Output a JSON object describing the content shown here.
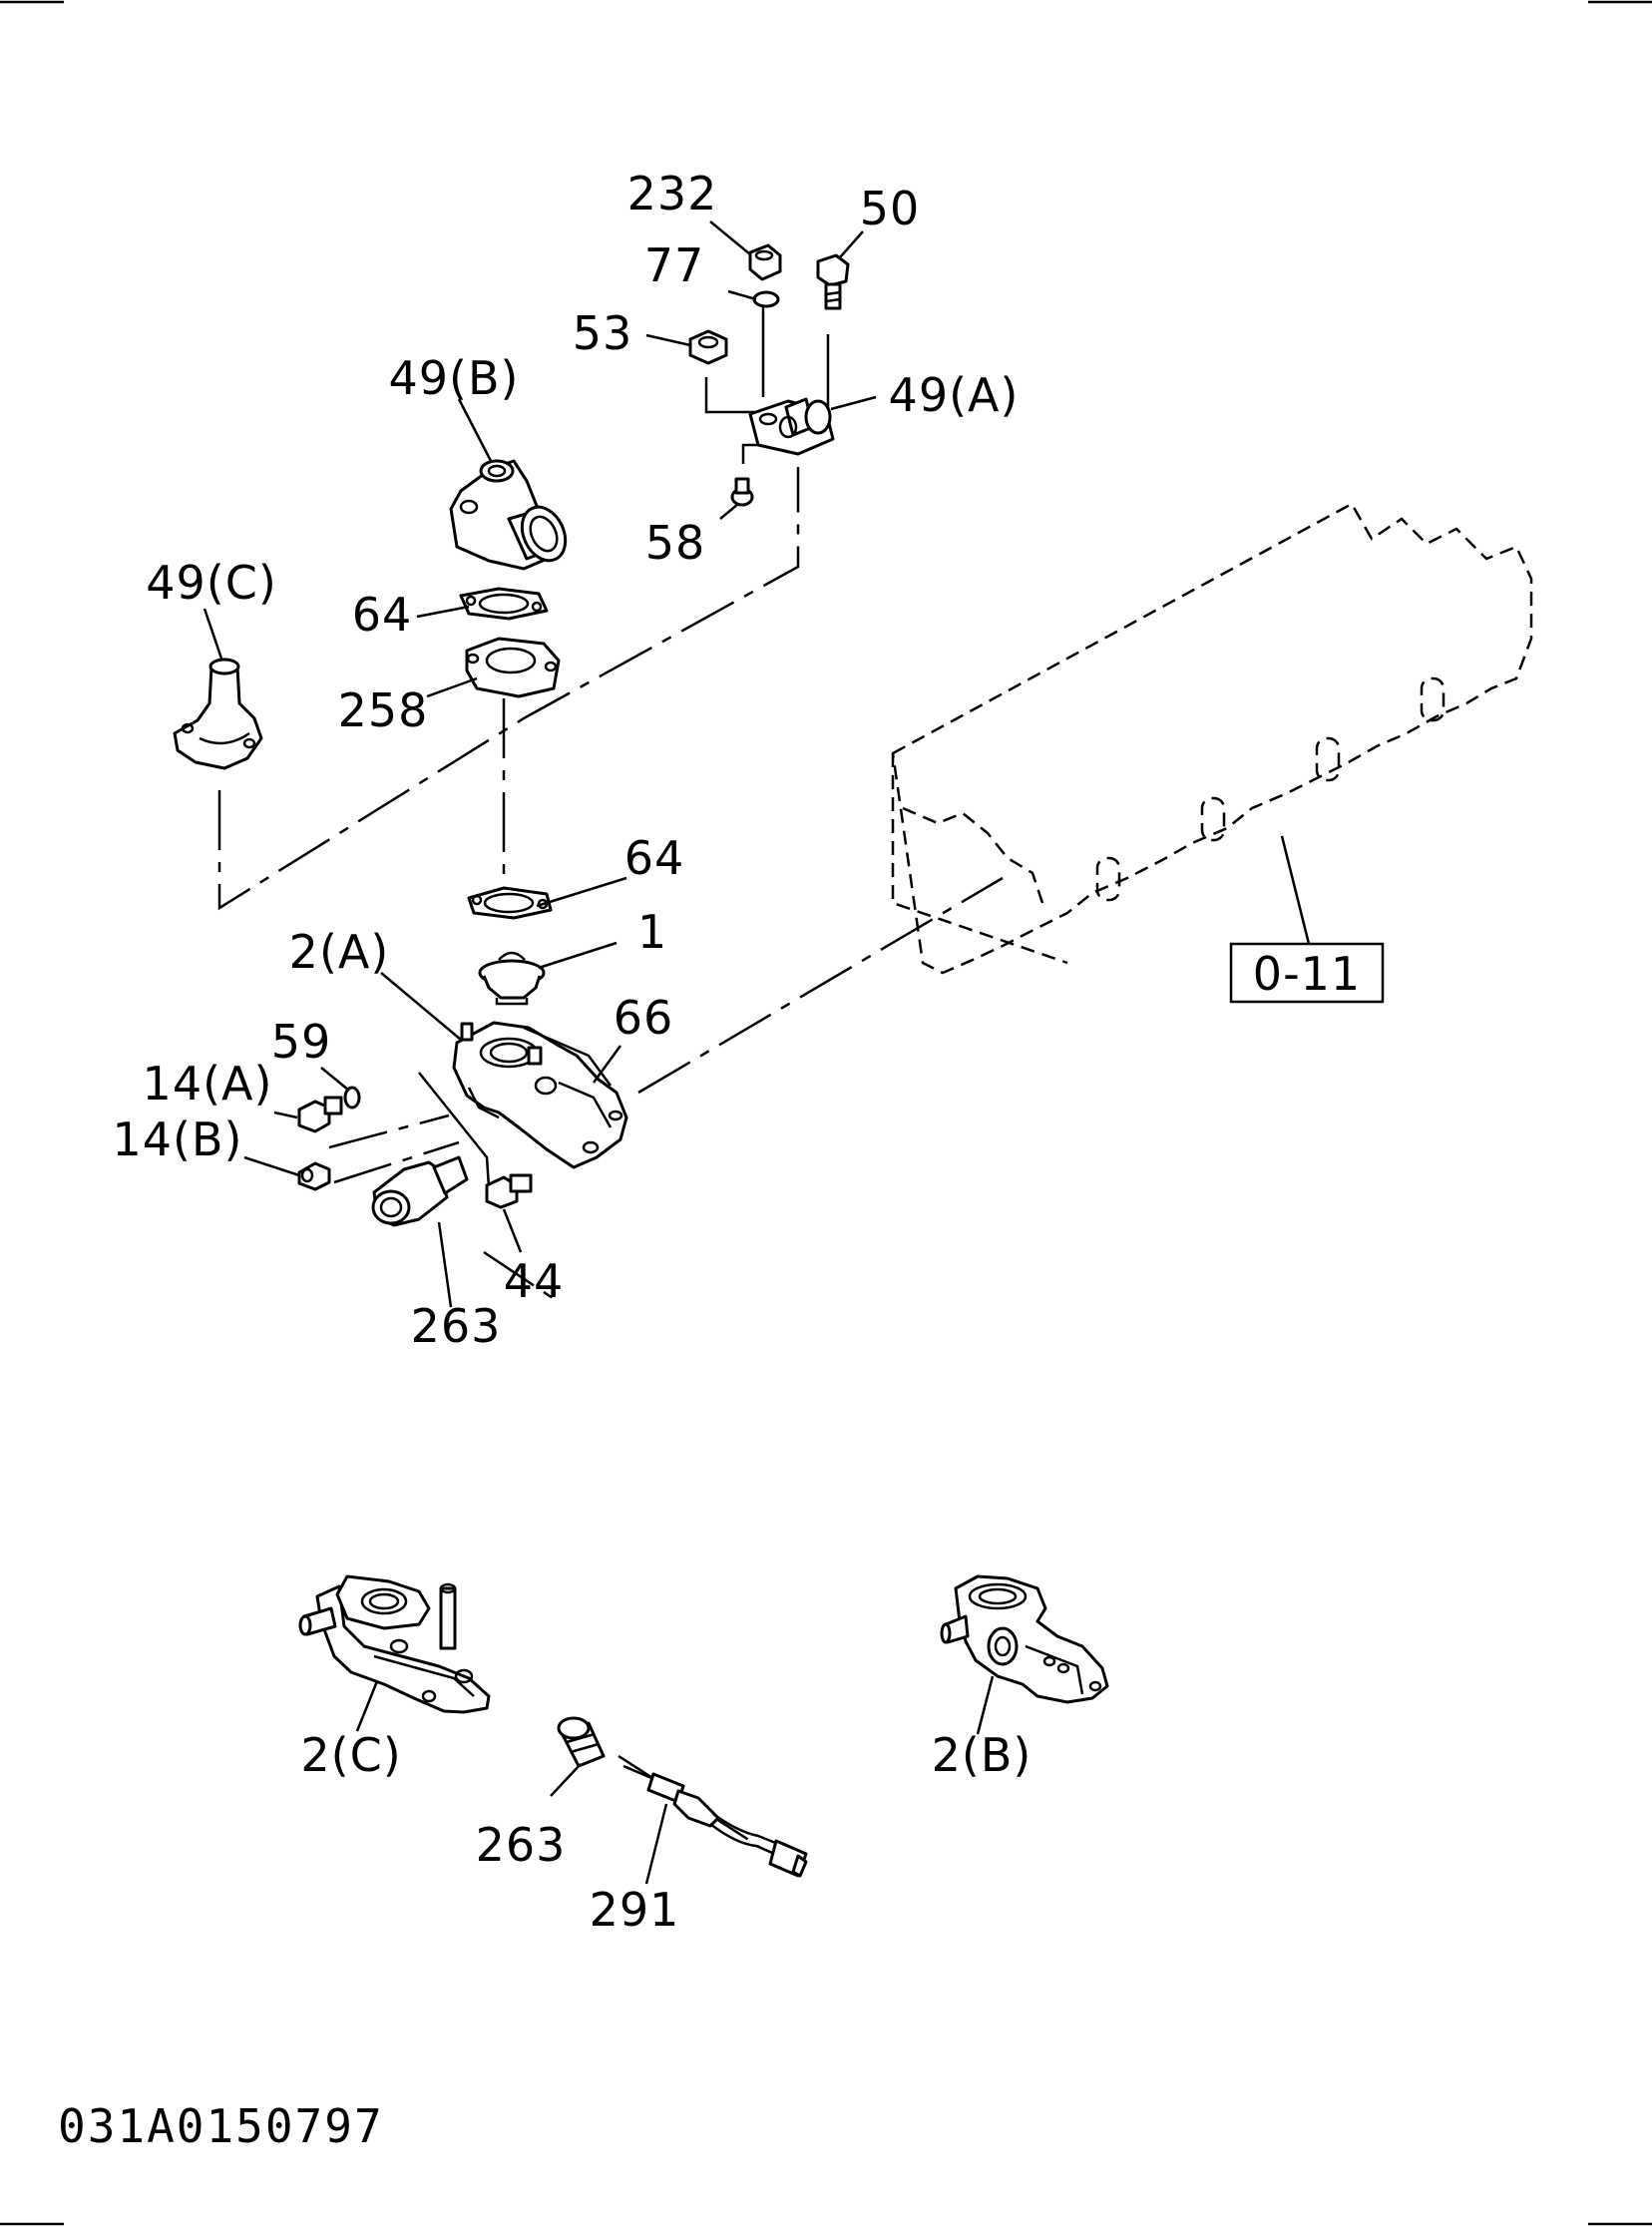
{
  "callouts": {
    "c232": "232",
    "c50": "50",
    "c77": "77",
    "c53": "53",
    "c49a": "49(A)",
    "c49b": "49(B)",
    "c58": "58",
    "c49c": "49(C)",
    "c64a": "64",
    "c258": "258",
    "c64b": "64",
    "c1": "1",
    "c2a": "2(A)",
    "c66": "66",
    "c59": "59",
    "c14a": "14(A)",
    "c14b": "14(B)",
    "c44": "44",
    "c263a": "263",
    "c2c": "2(C)",
    "c263b": "263",
    "c291": "291",
    "c2b": "2(B)"
  },
  "reference_box": "0-11",
  "drawing_code": "031A0150797"
}
